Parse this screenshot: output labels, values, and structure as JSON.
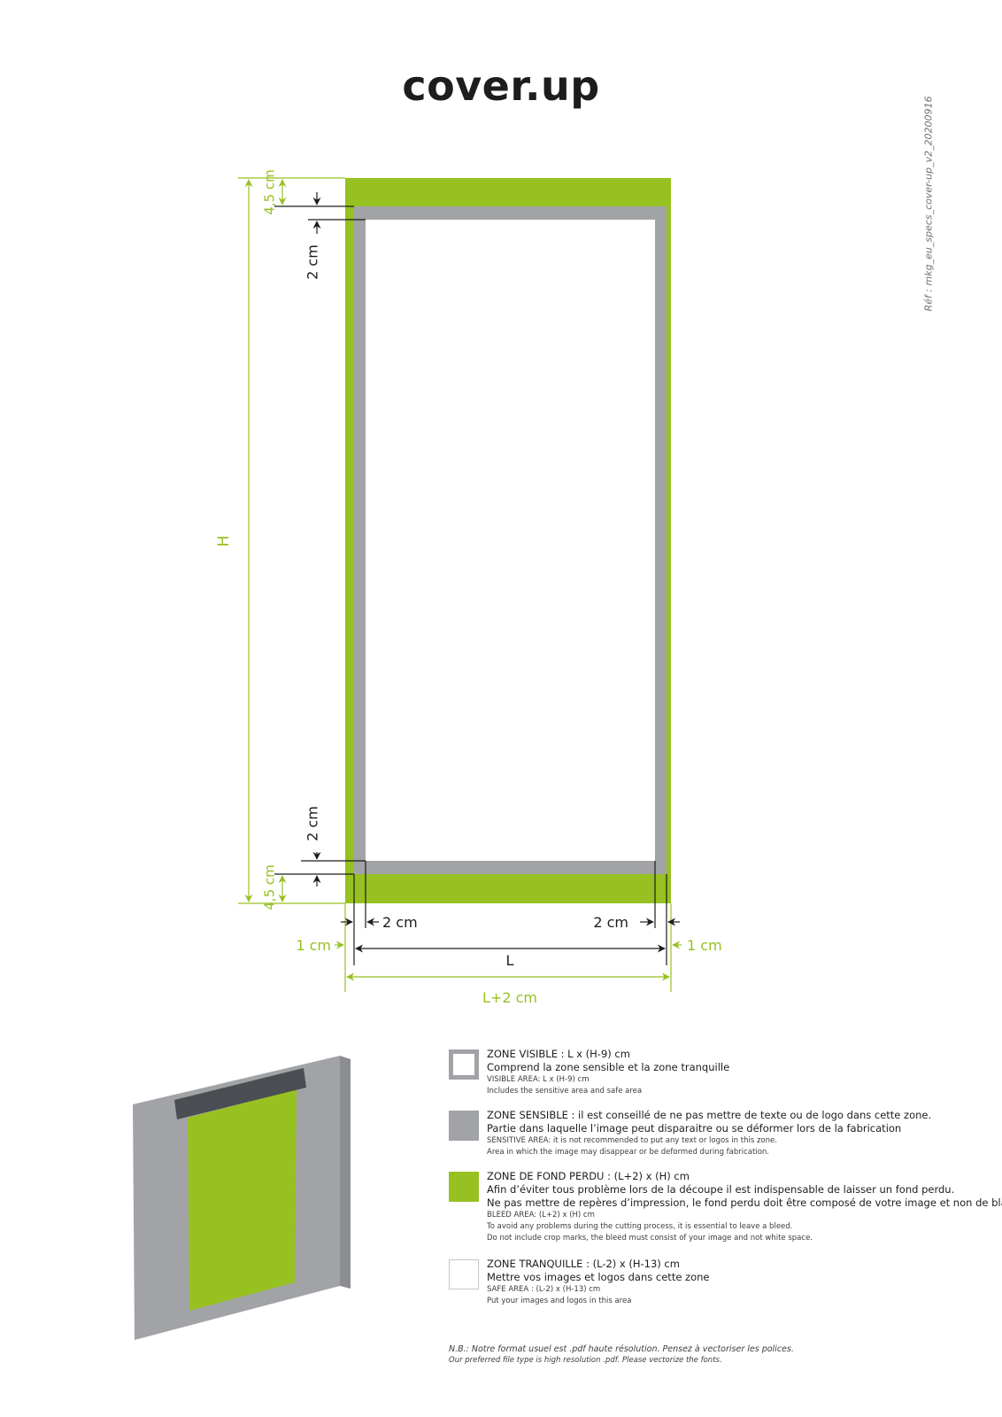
{
  "title": "cover.up",
  "reference": "Réf : mkg_eu_specs_cover-up_v2_20200916",
  "colors": {
    "bleed": "#97c121",
    "sensitive": "#a2a3a6",
    "dimension_black": "#1d1d1b",
    "dimension_green": "#97c121"
  },
  "diagram": {
    "dim_top_bleed": "4,5 cm",
    "dim_top_sensitive": "2 cm",
    "dim_height": "H",
    "dim_bottom_sensitive": "2 cm",
    "dim_bottom_bleed": "4,5 cm",
    "dim_left_sensitive": "2 cm",
    "dim_right_sensitive": "2 cm",
    "dim_left_margin": "1 cm",
    "dim_right_margin": "1 cm",
    "dim_width": "L",
    "dim_total_width": "L+2 cm"
  },
  "legend": [
    {
      "swatch": "outline-grey",
      "line1": "ZONE VISIBLE : L x (H-9) cm",
      "line2": [
        "Comprend la zone sensible et la zone tranquille"
      ],
      "line3": [
        "VISIBLE AREA: L x (H-9) cm",
        "Includes the sensitive area and safe area"
      ]
    },
    {
      "swatch": "filled-grey",
      "line1": "ZONE SENSIBLE : il est conseillé de ne pas mettre de texte ou de logo dans cette zone.",
      "line2": [
        "Partie dans laquelle l’image peut disparaitre ou se déformer lors de la fabrication"
      ],
      "line3": [
        "SENSITIVE AREA: it is not recommended to put any text or logos in this zone.",
        "Area in which the image may disappear or be deformed during fabrication."
      ]
    },
    {
      "swatch": "filled-green",
      "line1": "ZONE DE FOND PERDU : (L+2) x (H) cm",
      "line2": [
        "Afin d’éviter tous problème lors de la découpe il est indispensable de laisser un fond perdu.",
        "Ne pas mettre de repères d’impression, le fond perdu doit être composé de votre image et non de blanc."
      ],
      "line3": [
        "BLEED AREA: (L+2) x (H) cm",
        "To avoid any problems during the cutting process, it is essential to leave a bleed.",
        "Do not include crop marks, the bleed must consist of your image and not white space."
      ]
    },
    {
      "swatch": "outline-light",
      "line1": "ZONE TRANQUILLE : (L-2) x (H-13) cm",
      "line2": [
        "Mettre vos images et logos dans cette zone"
      ],
      "line3": [
        "SAFE AREA : (L-2) x (H-13) cm",
        "Put your images and logos in this area"
      ]
    }
  ],
  "note": {
    "fr": "N.B.: Notre format usuel est .pdf haute résolution. Pensez à vectoriser les polices.",
    "en": "Our preferred file type is high resolution .pdf. Please vectorize the fonts."
  }
}
